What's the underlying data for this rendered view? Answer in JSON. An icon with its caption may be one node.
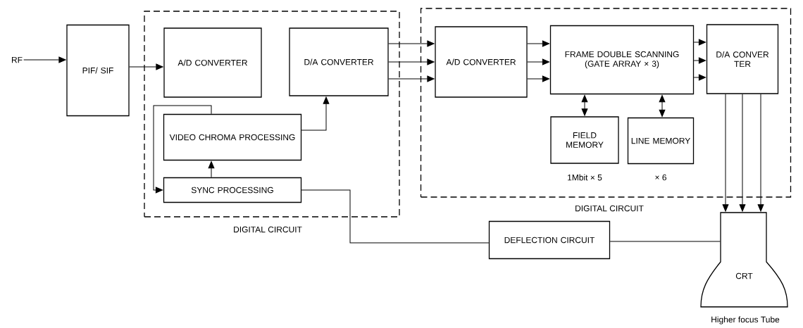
{
  "diagram": {
    "nodes": [
      {
        "text": [
          "RF"
        ]
      },
      {
        "text": [
          "PIF/ SIF"
        ]
      },
      {
        "text": [
          "DIGITAL CIRCUIT"
        ]
      },
      {
        "text": [
          "A/D CONVERTER"
        ],
        "in": 2
      },
      {
        "text": [
          "D/A CONVERTER"
        ],
        "in": 2
      },
      {
        "text": [
          "VIDEO CHROMA PROCESSING"
        ],
        "in": 2
      },
      {
        "text": [
          "SYNC PROCESSING"
        ],
        "in": 2
      },
      {
        "text": [
          "DIGITAL CIRCUIT"
        ]
      },
      {
        "text": [
          "A/D CONVERTER"
        ],
        "in": 7
      },
      {
        "text": [
          "FRAME DOUBLE SCANNING (GATE ARRAY × 3)"
        ],
        "in": 7
      },
      {
        "text": [
          "D/A CONVER TER"
        ],
        "in": 7
      },
      {
        "text": [
          "FIELD MEMORY"
        ],
        "in": 7,
        "beside": [
          "1Mbit × 5"
        ]
      },
      {
        "text": [
          "LINE MEMORY"
        ],
        "in": 7,
        "beside": [
          "× 6"
        ]
      },
      {
        "text": [
          "DEFLECTION CIRCUIT"
        ]
      },
      {
        "text": [
          "CRT"
        ],
        "beside": [
          "Higher focus Tube"
        ]
      }
    ],
    "edges": [
      {
        "from": 0,
        "to": 1,
        "arrow": "to"
      },
      {
        "from": 1,
        "to": 3,
        "arrow": "to"
      },
      {
        "from": 4,
        "to": 8,
        "arrow": "to"
      },
      {
        "from": 4,
        "to": 8,
        "arrow": "to"
      },
      {
        "from": 4,
        "to": 8,
        "arrow": "to"
      },
      {
        "from": 8,
        "to": 9,
        "arrow": "to"
      },
      {
        "from": 8,
        "to": 9,
        "arrow": "to"
      },
      {
        "from": 8,
        "to": 9,
        "arrow": "to"
      },
      {
        "from": 9,
        "to": 10,
        "arrow": "to"
      },
      {
        "from": 9,
        "to": 10,
        "arrow": "to"
      },
      {
        "from": 9,
        "to": 10,
        "arrow": "to"
      },
      {
        "from": 10,
        "to": 14,
        "arrow": "to"
      },
      {
        "from": 10,
        "to": 14,
        "arrow": "to"
      },
      {
        "from": 10,
        "to": 14,
        "arrow": "to"
      },
      {
        "from": 9,
        "to": 11,
        "arrow": "both"
      },
      {
        "from": 9,
        "to": 12,
        "arrow": "both"
      },
      {
        "from": 5,
        "to": 4,
        "arrow": "to"
      },
      {
        "from": 6,
        "to": 5,
        "arrow": "to"
      },
      {
        "from": 5,
        "to": 6,
        "arrow": "to"
      },
      {
        "from": 6,
        "to": 13,
        "arrow": "none"
      },
      {
        "from": 13,
        "to": 14,
        "arrow": "none"
      }
    ]
  }
}
